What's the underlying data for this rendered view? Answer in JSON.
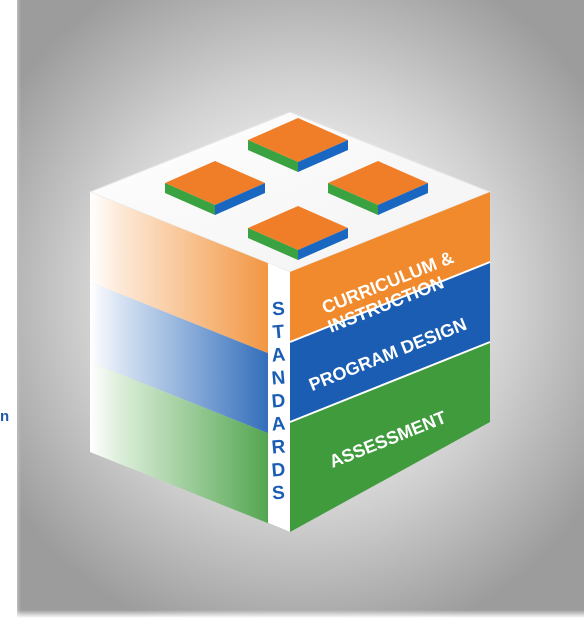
{
  "edge_mark": "n",
  "cube": {
    "vertical_label": "STANDARDS",
    "layers": [
      {
        "line1": "CURRICULUM &",
        "line2": "INSTRUCTION",
        "color": "#f08a2c"
      },
      {
        "line1": "PROGRAM DESIGN",
        "line2": "",
        "color": "#1b5db3"
      },
      {
        "line1": "ASSESSMENT",
        "line2": "",
        "color": "#3f9b3c"
      }
    ],
    "block_colors": {
      "top": "#f07d27",
      "left_side": "#3aa241",
      "right_side": "#1a67c2"
    },
    "block_count": 4
  },
  "colors": {
    "orange": "#f08a2c",
    "blue": "#1b5db3",
    "green": "#3f9b3c"
  }
}
